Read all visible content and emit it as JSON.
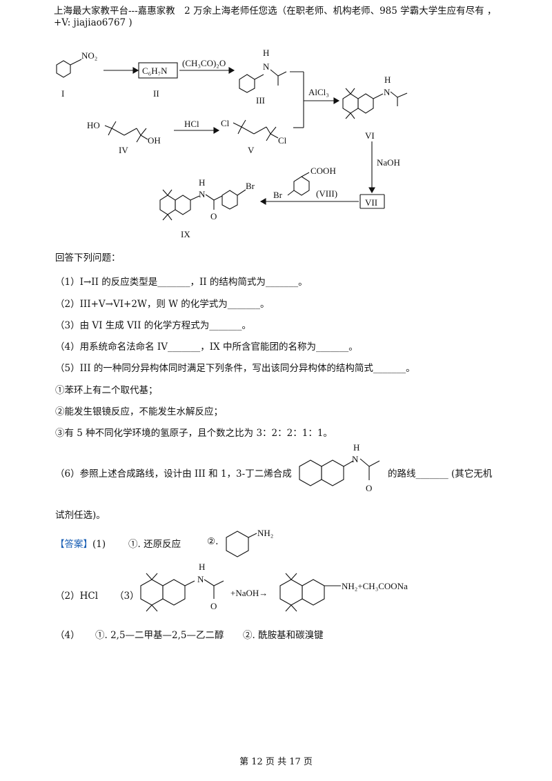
{
  "header": {
    "text": "上海最大家教平台---嘉惠家教　2 万余上海老师任您选（在职老师、机构老师、985 学霸大学生应有尽有 ，+V: jiajiao6767 )"
  },
  "scheme": {
    "no2": "NO₂",
    "roman_I": "I",
    "box_II": "C₆H₇N",
    "roman_II": "II",
    "reagent_ac2o": "(CH₃CO)₂O",
    "H_III": "H",
    "N_III": "N",
    "roman_III": "III",
    "alcl3": "AlCl₃",
    "H_VI": "H",
    "N_VI": "N",
    "roman_VI": "VI",
    "ho": "HO",
    "oh": "OH",
    "roman_IV": "IV",
    "hcl": "HCl",
    "cl_a": "Cl",
    "cl_b": "Cl",
    "roman_V": "V",
    "naoh": "NaOH",
    "box_VII": "VII",
    "cooh": "COOH",
    "br_viii": "Br",
    "roman_VIII": "(VIII)",
    "H_IX": "H",
    "N_IX": "N",
    "br_ix": "Br",
    "O_IX": "O",
    "roman_IX": "IX"
  },
  "questions": {
    "intro": "回答下列问题：",
    "q1": "（1）I→II 的反应类型是_______，II 的结构简式为_______。",
    "q2": "（2）III+V→VI+2W，则 W 的化学式为_______。",
    "q3": "（3）由 VI 生成 VII 的化学方程式为_______。",
    "q4": "（4）用系统命名法命名 IV_______，IX 中所含官能团的名称为_______。",
    "q5": "（5）III 的一种同分异构体同时满足下列条件，写出该同分异构体的结构简式_______。",
    "c1": "①苯环上有二个取代基；",
    "c2": "②能发生银镜反应，不能发生水解反应；",
    "c3": "③有 5 种不同化学环境的氢原子，且个数之比为 3：2：2：1：1。",
    "q6_a": "（6）参照上述合成路线，设计由 III 和 1，3-丁二烯合成",
    "q6_b": "的路线_______ (其它无机",
    "q6_c": "试剂任选)。",
    "q6_H": "H",
    "q6_N": "N",
    "q6_O": "O"
  },
  "answer": {
    "label": "【答案】",
    "a1_num": "(1)",
    "a1_p1": "①. 还原反应",
    "a1_p2": "②.",
    "a1_nh2": "NH₂",
    "a2": "（2）HCl",
    "a3_num": "（3）",
    "a3_H": "H",
    "a3_N": "N",
    "a3_O": "O",
    "a3_plus": "+NaOH→",
    "a3_nh2": "NH₂+CH₃COONa",
    "a4_num": "（4）",
    "a4_p1": "①. 2,5—二甲基—2,5—乙二醇",
    "a4_p2": "②. 酰胺基和碳溴键"
  },
  "footer": {
    "text": "第 12 页 共 17 页"
  }
}
